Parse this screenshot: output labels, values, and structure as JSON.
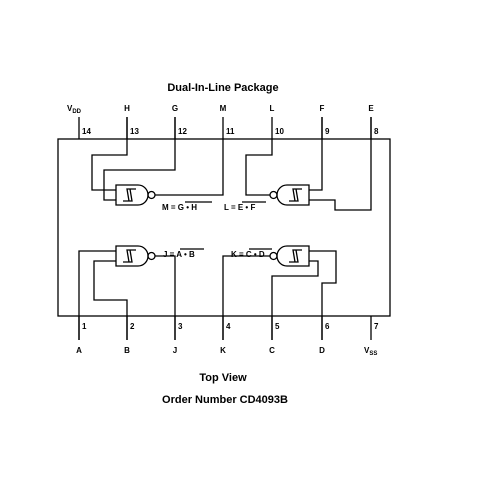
{
  "title": "Dual-In-Line Package",
  "top_pins": [
    {
      "name": "V",
      "sub": "DD",
      "num": "14"
    },
    {
      "name": "H",
      "num": "13"
    },
    {
      "name": "G",
      "num": "12"
    },
    {
      "name": "M",
      "num": "11"
    },
    {
      "name": "L",
      "num": "10"
    },
    {
      "name": "F",
      "num": "9"
    },
    {
      "name": "E",
      "num": "8"
    }
  ],
  "bottom_pins": [
    {
      "name": "A",
      "num": "1"
    },
    {
      "name": "B",
      "num": "2"
    },
    {
      "name": "J",
      "num": "3"
    },
    {
      "name": "K",
      "num": "4"
    },
    {
      "name": "C",
      "num": "5"
    },
    {
      "name": "D",
      "num": "6"
    },
    {
      "name": "V",
      "sub": "SS",
      "num": "7"
    }
  ],
  "equations": {
    "m": {
      "lhs": "M = ",
      "rhs": "G • H"
    },
    "l": {
      "lhs": "L = ",
      "rhs": "E • F"
    },
    "j": {
      "lhs": "J = ",
      "rhs": "A • B"
    },
    "k": {
      "lhs": "K = ",
      "rhs": "C • D"
    }
  },
  "view_label": "Top View",
  "order_label": "Order Number CD4093B"
}
